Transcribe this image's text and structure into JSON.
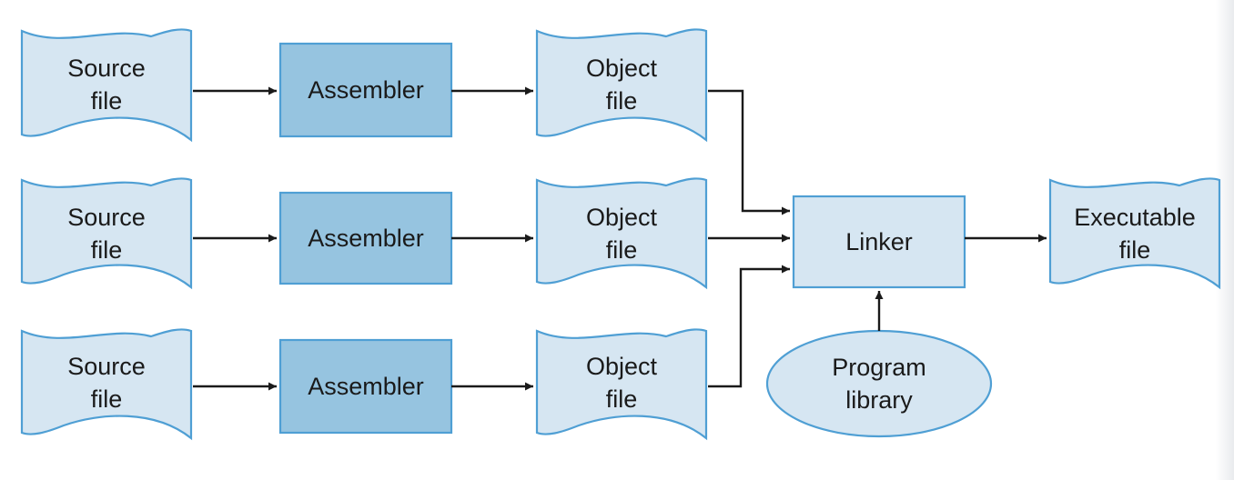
{
  "sources": [
    {
      "line1": "Source",
      "line2": "file"
    },
    {
      "line1": "Source",
      "line2": "file"
    },
    {
      "line1": "Source",
      "line2": "file"
    }
  ],
  "assemblers": [
    {
      "label": "Assembler"
    },
    {
      "label": "Assembler"
    },
    {
      "label": "Assembler"
    }
  ],
  "objects": [
    {
      "line1": "Object",
      "line2": "file"
    },
    {
      "line1": "Object",
      "line2": "file"
    },
    {
      "line1": "Object",
      "line2": "file"
    }
  ],
  "linker": {
    "label": "Linker"
  },
  "executable": {
    "line1": "Executable",
    "line2": "file"
  },
  "library": {
    "line1": "Program",
    "line2": "library"
  },
  "colors": {
    "document_fill": "#d6e6f2",
    "assembler_fill": "#96c4e0",
    "border": "#4f9fd4",
    "arrow": "#1a1a1a"
  }
}
